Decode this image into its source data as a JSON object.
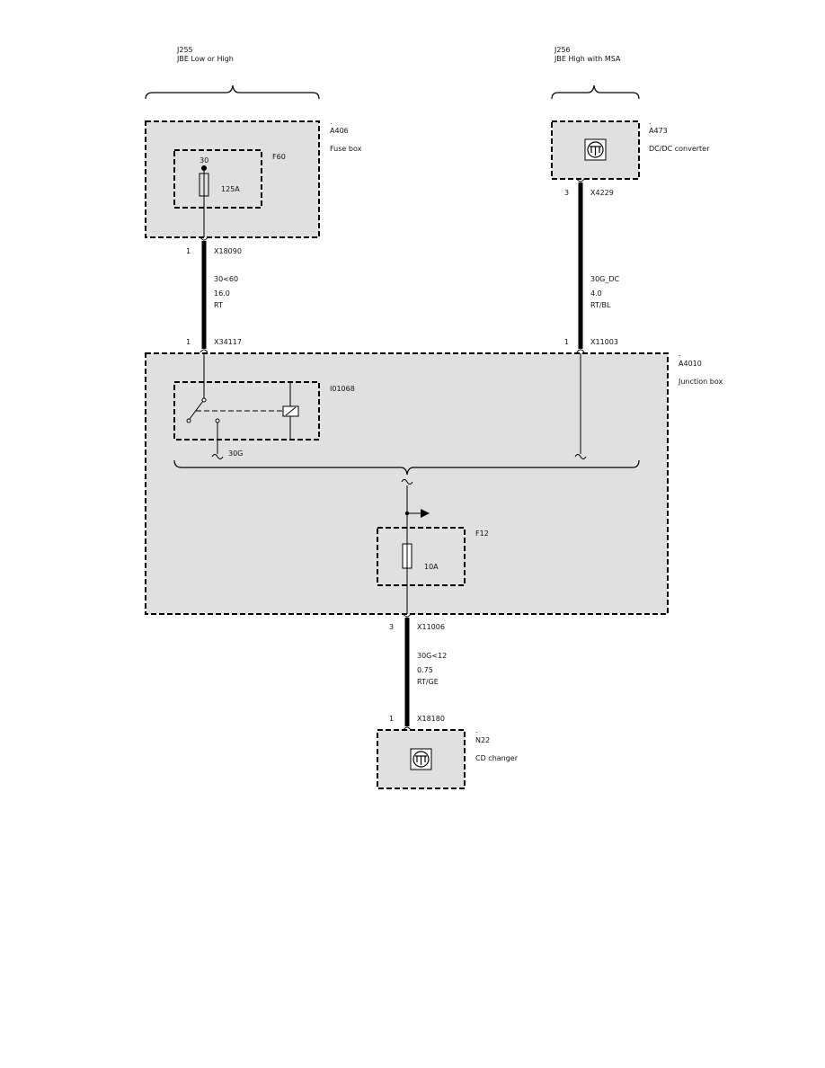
{
  "variants": {
    "left": {
      "code": "J255",
      "desc": "JBE Low or High"
    },
    "right": {
      "code": "J256",
      "desc": "JBE High with MSA"
    }
  },
  "components": {
    "fuse_box": {
      "dot": ".",
      "id": "A406",
      "name": "Fuse box"
    },
    "dcdc": {
      "dot": ".",
      "id": "A473",
      "name": "DC/DC converter"
    },
    "junction_box": {
      "dot": ".",
      "id": "A4010",
      "name": "Junction box"
    },
    "cd_changer": {
      "dot": ".",
      "id": "N22",
      "name": "CD changer"
    }
  },
  "fuses": {
    "f60": {
      "id": "F60",
      "terminal": "30",
      "rating": "125A"
    },
    "f12": {
      "id": "F12",
      "rating": "10A"
    }
  },
  "relay": {
    "id": "I01068",
    "output": "30G"
  },
  "connectors": {
    "x18090": {
      "pin": "1",
      "id": "X18090"
    },
    "x34117": {
      "pin": "1",
      "id": "X34117"
    },
    "x4229": {
      "pin": "3",
      "id": "X4229"
    },
    "x11003": {
      "pin": "1",
      "id": "X11003"
    },
    "x11006": {
      "pin": "3",
      "id": "X11006"
    },
    "x18180": {
      "pin": "1",
      "id": "X18180"
    }
  },
  "wires": {
    "w1": {
      "signal": "30<60",
      "size": "16.0",
      "color": "RT"
    },
    "w2": {
      "signal": "30G_DC",
      "size": "4.0",
      "color": "RT/BL"
    },
    "w3": {
      "signal": "30G<12",
      "size": "0.75",
      "color": "RT/GE"
    }
  }
}
